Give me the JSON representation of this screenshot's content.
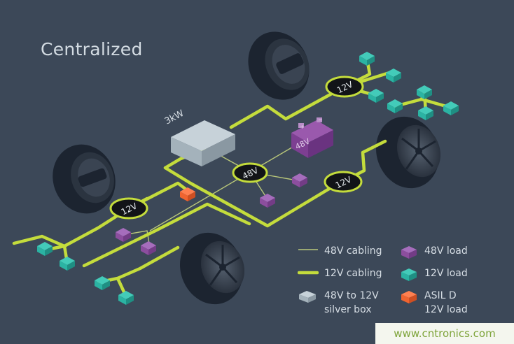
{
  "title": "Centralized",
  "labels": {
    "silver_box_power": "3kW",
    "battery": "48V",
    "hub_48v": "48V",
    "hub_12v_top_right": "12V",
    "hub_12v_mid_right": "12V",
    "hub_12v_left": "12V"
  },
  "legend": {
    "cabling_48v": "48V cabling",
    "cabling_12v": "12V cabling",
    "silver_box_line1": "48V to 12V",
    "silver_box_line2": "silver box",
    "load_48v": "48V load",
    "load_12v": "12V load",
    "asil_line1": "ASIL D",
    "asil_line2": "12V load"
  },
  "colors": {
    "background": "#3c4858",
    "cabling_12v": "#c4dc3c",
    "cabling_48v": "#b9c77a",
    "load_48v": "#8c4e9e",
    "load_12v": "#2bb3a3",
    "asil_d": "#f06430",
    "silver_box": "#a9b7c0",
    "battery": "#7d3f92",
    "hub_fill": "#121418",
    "tire": "#1c2430"
  },
  "watermark": "www.cntronics.com"
}
